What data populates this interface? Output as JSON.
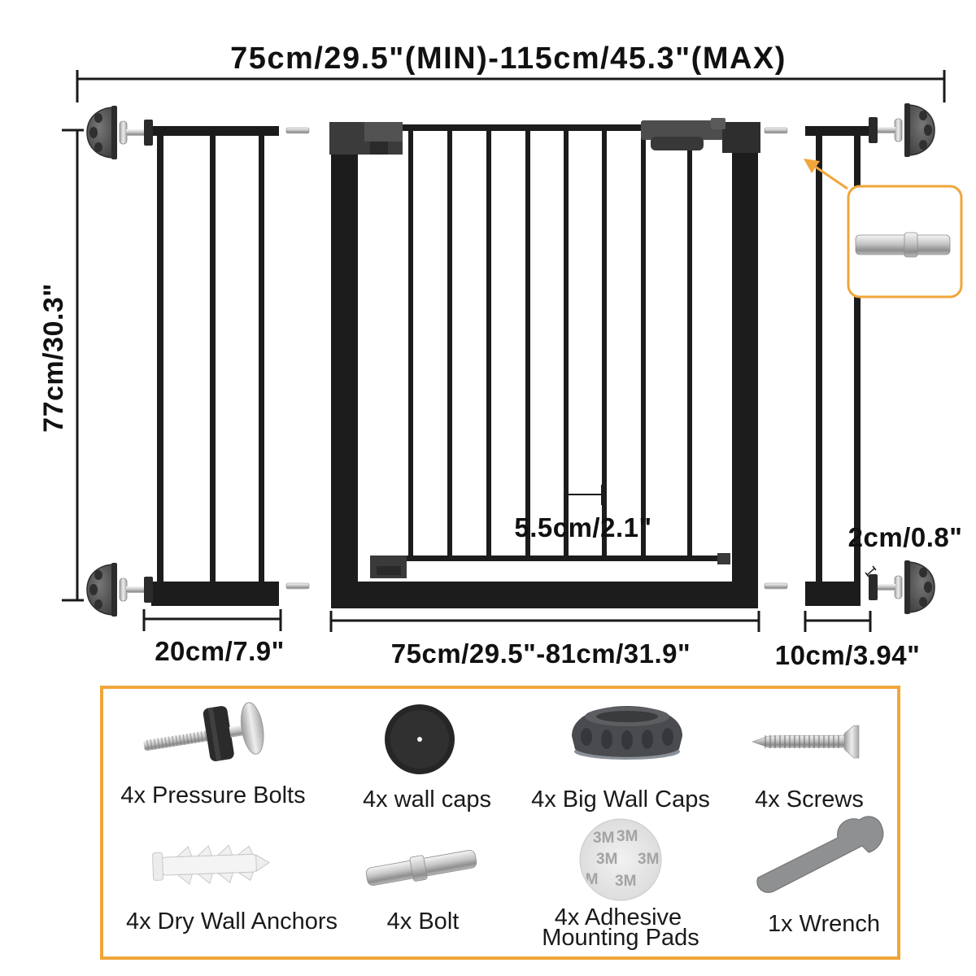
{
  "dimensions": {
    "overall_width": "75cm/29.5\"(MIN)-115cm/45.3\"(MAX)",
    "height": "77cm/30.3\"",
    "left_extension_width": "20cm/7.9\"",
    "gate_width": "75cm/29.5\"-81cm/31.9\"",
    "right_extension_width": "10cm/3.94\"",
    "bar_spacing": "5.5cm/2.1\"",
    "extension_bar": "2cm/0.8\""
  },
  "parts": {
    "pressure_bolts": "4x Pressure Bolts",
    "wall_caps": "4x wall caps",
    "big_wall_caps": "4x Big Wall Caps",
    "screws": "4x Screws",
    "dry_wall_anchors": "4x Dry Wall Anchors",
    "bolt": "4x Bolt",
    "adhesive_pads_line1": "4x Adhesive",
    "adhesive_pads_line2": "Mounting Pads",
    "adhesive_pads_logo": "3M",
    "wrench": "1x Wrench"
  },
  "colors": {
    "accent": "#f0a63a",
    "frame": "#1c1c1c",
    "hardware": "#4a4a4a"
  }
}
